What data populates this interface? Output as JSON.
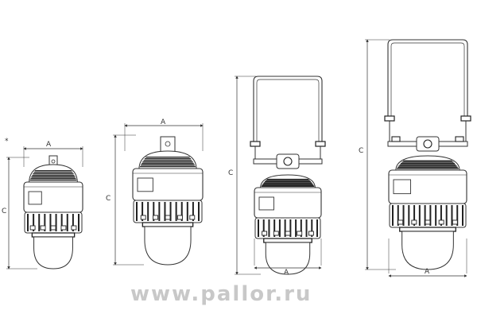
{
  "colors": {
    "line": "#333333",
    "dark": "#222222",
    "fill": "#ffffff",
    "watermark": "#c8c8c8"
  },
  "dimensions": {
    "width_label": "A",
    "height_label": "C"
  },
  "stray_mark": "*",
  "watermark": "www.pallor.ru"
}
